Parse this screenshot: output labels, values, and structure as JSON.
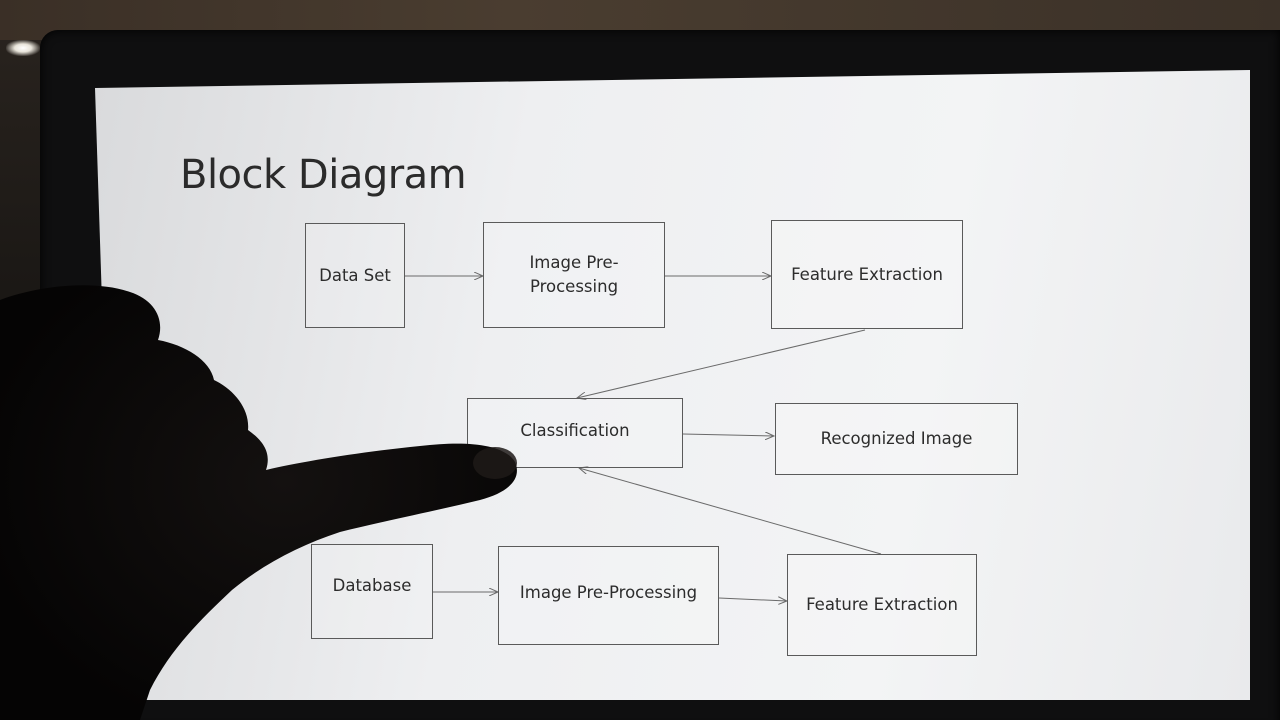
{
  "slide": {
    "title": "Block Diagram"
  },
  "blocks": {
    "data_set": "Data Set",
    "image_preprocessing_top": "Image Pre-\nProcessing",
    "feature_extraction_top": "Feature Extraction",
    "classification": "Classification",
    "recognized_image": "Recognized Image",
    "database": "Database",
    "image_preprocessing_bottom": "Image Pre-Processing",
    "feature_extraction_bottom": "Feature Extraction"
  },
  "colors": {
    "slide_background": "#f0f1f2",
    "block_border": "#5a5a5a",
    "text": "#2c2c2c"
  }
}
